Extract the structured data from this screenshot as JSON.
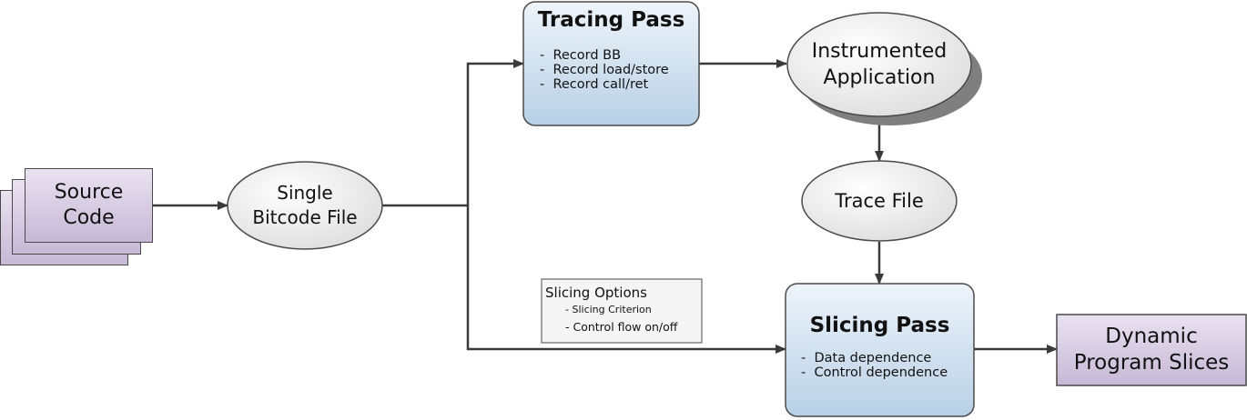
{
  "nodes": {
    "source_code": {
      "lines": [
        "Source",
        "Code"
      ]
    },
    "single_bitcode": {
      "lines": [
        "Single",
        "Bitcode File"
      ]
    },
    "tracing_pass": {
      "title": "Tracing Pass",
      "items": [
        "Record BB",
        "Record load/store",
        "Record call/ret"
      ]
    },
    "instrumented_app": {
      "lines": [
        "Instrumented",
        "Application"
      ]
    },
    "trace_file": {
      "label": "Trace File"
    },
    "slicing_options": {
      "title": "Slicing Options",
      "items": [
        "Slicing Criterion",
        "Control flow on/off"
      ]
    },
    "slicing_pass": {
      "title": "Slicing Pass",
      "items": [
        "Data dependence",
        "Control dependence"
      ]
    },
    "output": {
      "lines": [
        "Dynamic",
        "Program Slices"
      ]
    }
  },
  "colors": {
    "stroke": "#4a4a4a",
    "purple_light": "#e9e2f0",
    "purple_dark": "#c6b8d6",
    "blue_light": "#eef4fa",
    "blue_dark": "#b8d0e6",
    "shadow": "#7f7f7f"
  }
}
